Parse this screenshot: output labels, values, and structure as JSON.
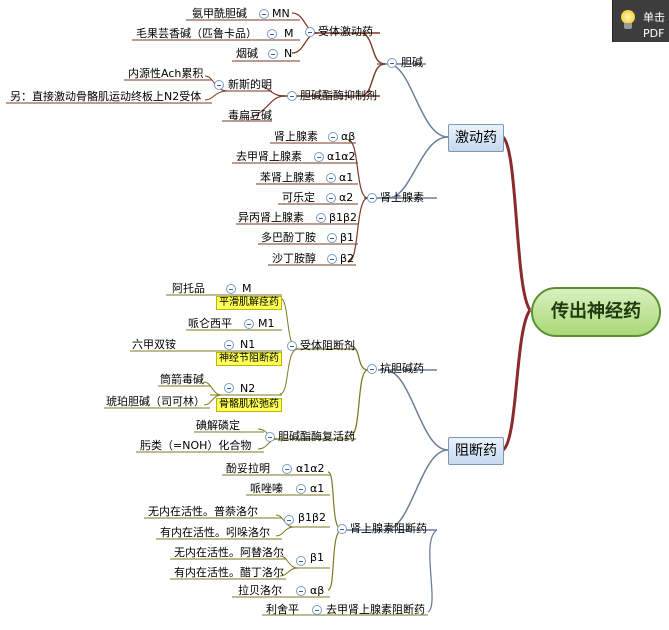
{
  "root": "传出神经药",
  "sections": {
    "excite": "激动药",
    "block": "阻断药"
  },
  "nodes": {
    "cholin": "胆碱",
    "receptor_agonist": "受体激动药",
    "n_mn_drug": "氨甲酰胆碱",
    "mn": "MN",
    "n_m_drug": "毛果芸香碱（匹鲁卡品）",
    "m": "M",
    "n_n_drug": "烟碱",
    "n": "N",
    "ache_inhib": "胆碱酯酶抑制剂",
    "neostig": "新斯的明",
    "ach_accum": "内源性Ach累积",
    "direct_n2": "另：直接激动骨骼肌运动终板上N2受体",
    "physo": "毒扁豆碱",
    "adrenal": "肾上腺素",
    "epi": "肾上腺素",
    "epi_r": "αβ",
    "nore": "去甲肾上腺素",
    "nore_r": "α1α2",
    "phenyl": "苯肾上腺素",
    "phenyl_r": "α1",
    "clon": "可乐定",
    "clon_r": "α2",
    "iso": "异丙肾上腺素",
    "iso_r": "β1β2",
    "dobu": "多巴酚丁胺",
    "dobu_r": "β1",
    "salb": "沙丁胺醇",
    "salb_r": "β2",
    "anticholin": "抗胆碱药",
    "receptor_blocker": "受体阻断剂",
    "atropine": "阿托品",
    "atropine_r": "M",
    "smooth_relax": "平滑肌解痉药",
    "pirenz": "哌仑西平",
    "pirenz_r": "M1",
    "hexa": "六甲双铵",
    "hexa_r": "N1",
    "ganglion_block": "神经节阻断药",
    "tubo": "筒箭毒碱",
    "succ": "琥珀胆碱（司可林）",
    "n2": "N2",
    "skeletal_relax": "骨骼肌松弛药",
    "ache_reactivator": "胆碱酯酶复活药",
    "iodide": "碘解磷定",
    "oxime": "肟类（=NOH）化合物",
    "adr_blocker": "肾上腺素阻断药",
    "phentol": "酚妥拉明",
    "phentol_r": "α1α2",
    "prazosin": "哌唑嗪",
    "prazosin_r": "α1",
    "b12_none": "无内在活性。普萘洛尔",
    "b12_has": "有内在活性。吲哚洛尔",
    "b12_r": "β1β2",
    "b1_none": "无内在活性。阿替洛尔",
    "b1_has": "有内在活性。醋丁洛尔",
    "b1_r": "β1",
    "labet": "拉贝洛尔",
    "labet_r": "αβ",
    "reserp": "利舍平",
    "nore_blocker": "去甲肾上腺素阻断药"
  },
  "pdf_panel": {
    "line1": "单击",
    "line2": "PDF"
  }
}
